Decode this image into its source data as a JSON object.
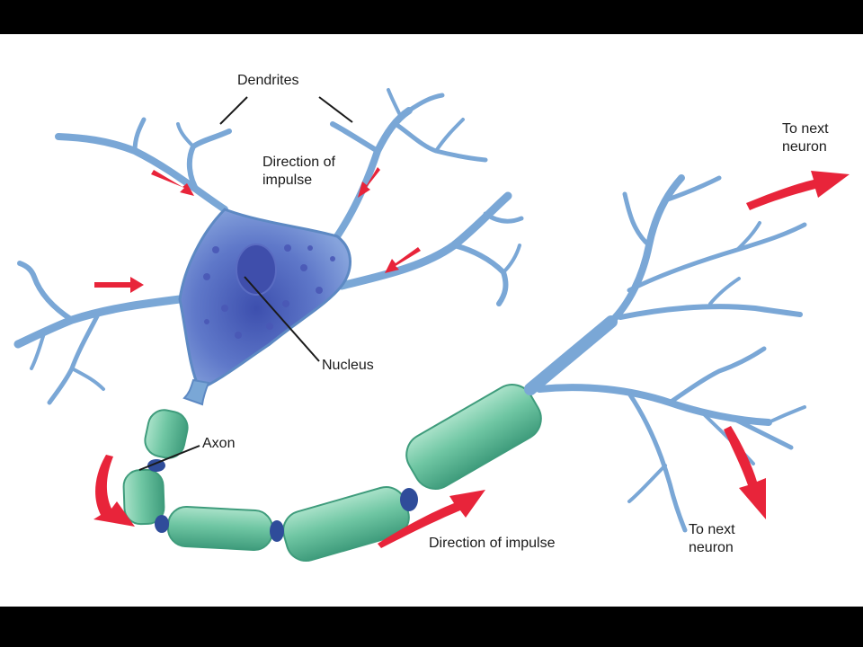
{
  "labels": {
    "dendrites": "Dendrites",
    "direction_top": "Direction of\nimpulse",
    "to_next_top": "To next\nneuron",
    "nucleus": "Nucleus",
    "axon": "Axon",
    "direction_bottom": "Direction of impulse",
    "to_next_bottom": "To next\nneuron"
  },
  "colors": {
    "dendrite": "#7aa7d6",
    "dendrite_dark": "#5d89c3",
    "cell_body": "#6f86cf",
    "cell_body_dark": "#3d4fae",
    "myelin": "#6fc6a3",
    "myelin_dark": "#3f9c7c",
    "node": "#2f4c9a",
    "arrow": "#e8243a",
    "text": "#1a1a1a"
  }
}
